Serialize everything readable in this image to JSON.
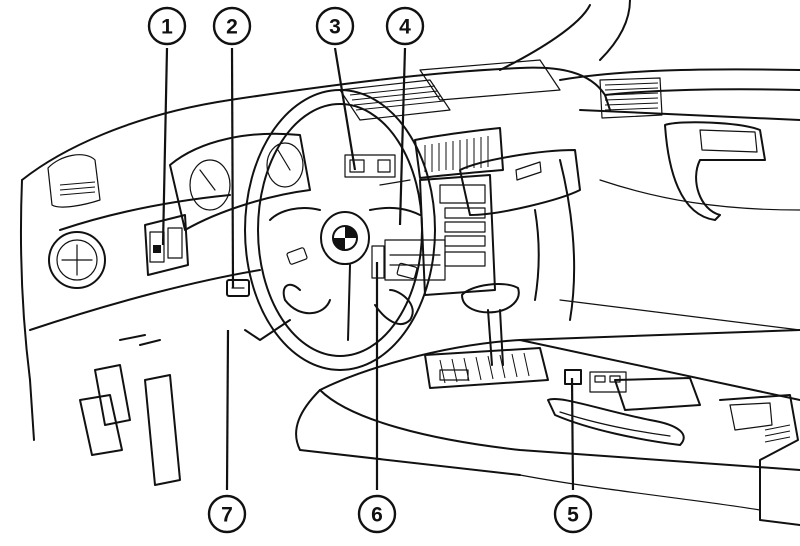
{
  "diagram": {
    "callouts": [
      {
        "id": "1",
        "label": "1"
      },
      {
        "id": "2",
        "label": "2"
      },
      {
        "id": "3",
        "label": "3"
      },
      {
        "id": "4",
        "label": "4"
      },
      {
        "id": "5",
        "label": "5"
      },
      {
        "id": "6",
        "label": "6"
      },
      {
        "id": "7",
        "label": "7"
      }
    ],
    "colors": {
      "ink": "#111111",
      "paper": "#ffffff"
    }
  }
}
